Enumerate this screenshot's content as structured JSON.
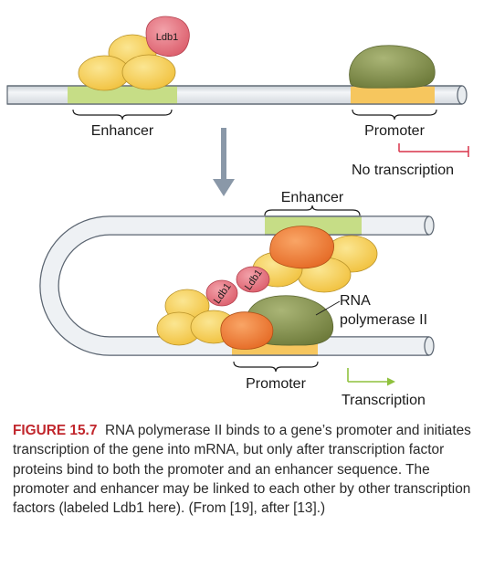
{
  "labels": {
    "ldb1_top": "Ldb1",
    "enhancer_top": "Enhancer",
    "promoter_top": "Promoter",
    "no_transcription": "No transcription",
    "enhancer_bottom": "Enhancer",
    "ldb1_a": "Ldb1",
    "ldb1_b": "Ldb1",
    "rna_pol_line1": "RNA",
    "rna_pol_line2": "polymerase II",
    "promoter_bottom": "Promoter",
    "transcription": "Transcription"
  },
  "caption": {
    "figure_label": "FIGURE 15.7",
    "text": "RNA polymerase II binds to a gene’s promoter and initiates transcription of the gene into mRNA, but only after transcription factor proteins bind to both the promoter and an enhancer sequence. The promoter and enhancer may be linked to each other by other transcription factors (labeled Ldb1 here). (From [19], after [13].)"
  },
  "colors": {
    "dna_fill": "#eef1f4",
    "dna_stroke": "#5a6470",
    "enhancer_region": "#c6dd86",
    "promoter_region": "#f6c65e",
    "tf_yellow": "#f7d565",
    "ldb1_pink": "#e77b86",
    "rna_pol_green": "#8e9b58",
    "tf_orange": "#f07f3b",
    "no_transcription_bar": "#d9344a",
    "transcription_arrow": "#8fc13d",
    "process_arrow": "#8a98a8",
    "figure_label_red": "#c1272d"
  }
}
